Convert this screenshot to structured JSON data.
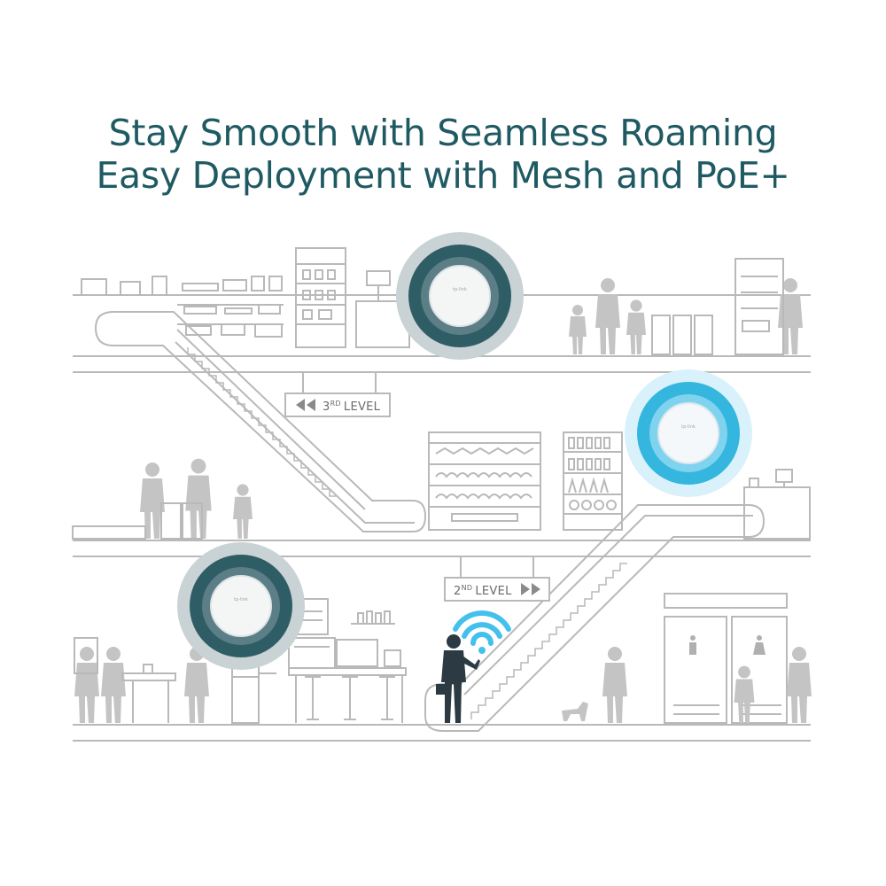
{
  "headline": {
    "line1": "Stay Smooth with Seamless Roaming",
    "line2": "Easy Deployment with Mesh and PoE+"
  },
  "signs": {
    "level3": {
      "ordinal": "3",
      "suffix": "RD",
      "word": "LEVEL"
    },
    "level2": {
      "ordinal": "2",
      "suffix": "ND",
      "word": "LEVEL"
    }
  },
  "device_label": "tp-link",
  "colors": {
    "headline": "#1f5a63",
    "line": "#b9b9b9",
    "silhouette": "#c4c4c4",
    "ap_dark_ring": "#2f5d66",
    "ap_dark_halo": "#c9d2d4",
    "ap_active_ring": "#34b6df",
    "ap_active_halo": "#d9f1fa",
    "wifi": "#43c1ec",
    "user": "#2b3a43"
  },
  "icons": [
    "access-point-icon",
    "wifi-signal-icon",
    "double-chevron-left-icon",
    "double-chevron-right-icon",
    "restroom-male-icon",
    "restroom-female-icon"
  ]
}
